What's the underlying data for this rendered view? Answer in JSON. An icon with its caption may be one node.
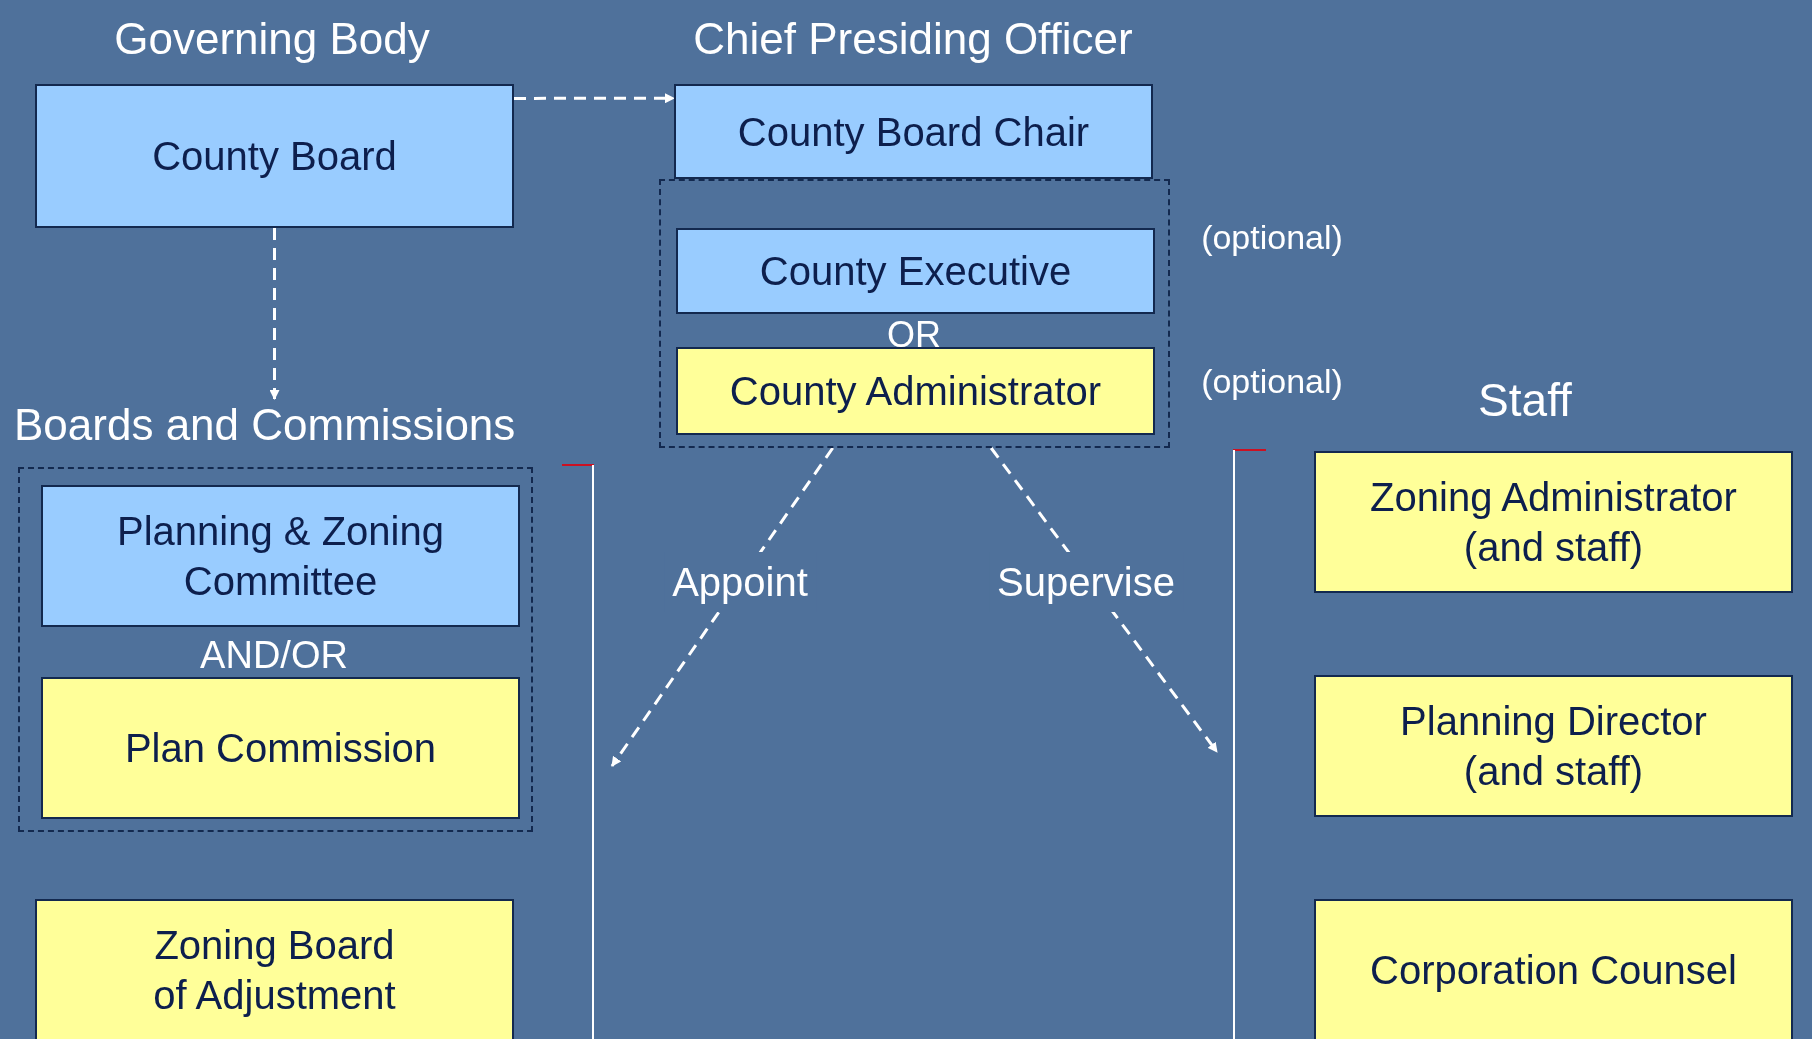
{
  "diagram": {
    "nodes": [
      {
        "text": [
          "County Board"
        ]
      },
      {
        "text": [
          "County Board Chair"
        ]
      },
      {
        "text": [],
        "shape": "box"
      },
      {
        "text": [
          "County Executive"
        ],
        "in": 2
      },
      {
        "text": [
          "County Administrator"
        ],
        "in": 2
      },
      {
        "text": [
          "Boards and Commissions"
        ]
      },
      {
        "text": [
          "Planning & Zoning Committee"
        ],
        "in": 5
      },
      {
        "text": [
          "Plan Commission"
        ],
        "in": 5
      },
      {
        "text": [
          "Zoning Board of Adjustment"
        ]
      },
      {
        "text": [
          "Zoning Administrator (and staff)"
        ]
      },
      {
        "text": [
          "Planning Director (and staff)"
        ]
      },
      {
        "text": [
          "Corporation Counsel"
        ]
      }
    ],
    "edges": [
      {
        "from": 0,
        "to": 1,
        "arrow": "to",
        "style": "dashed"
      },
      {
        "from": 0,
        "to": 5,
        "arrow": "to",
        "style": "dashed"
      },
      {
        "from": 2,
        "to": null,
        "arrow": "to",
        "style": "dashed",
        "label": "Appoint"
      },
      {
        "from": 2,
        "to": null,
        "arrow": "to",
        "style": "dashed",
        "label": "Supervise"
      }
    ],
    "labels": [
      "Governing Body",
      "Chief Presiding Officer",
      "(optional)",
      "OR",
      "(optional)",
      "Staff",
      "AND/OR"
    ]
  }
}
